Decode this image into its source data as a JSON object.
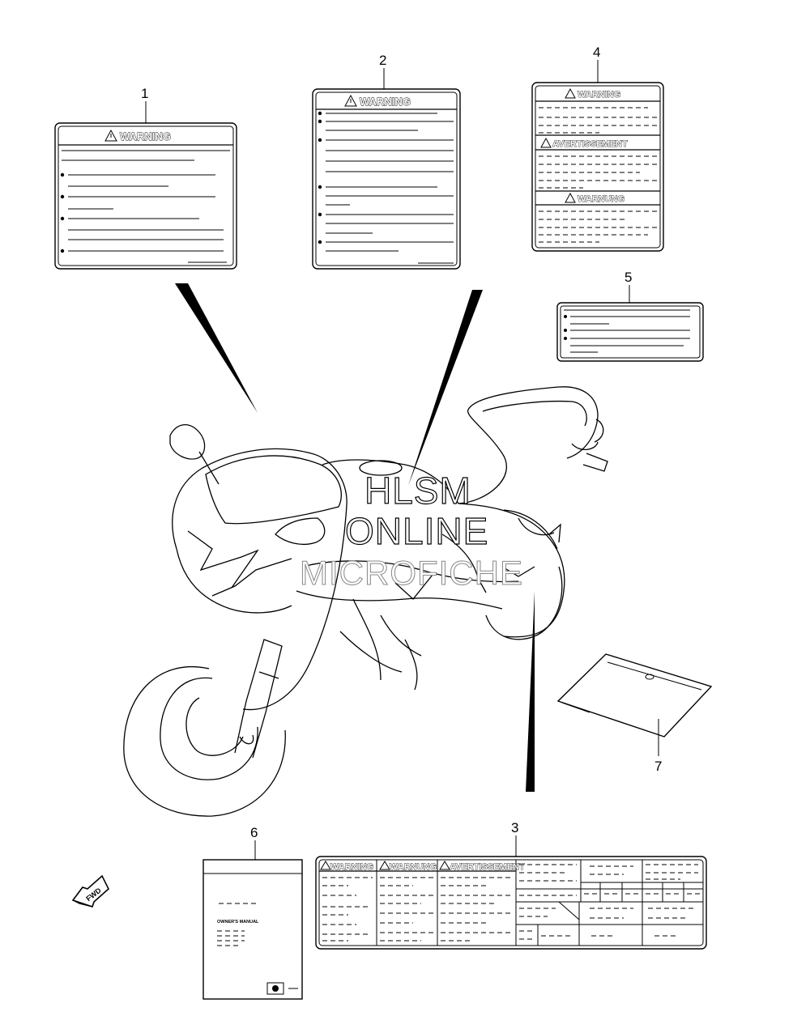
{
  "callouts": {
    "n1": "1",
    "n2": "2",
    "n3": "3",
    "n4": "4",
    "n5": "5",
    "n6": "6",
    "n7": "7"
  },
  "labels": {
    "warning": "WARNING",
    "avertissement": "AVERTISSEMENT",
    "warnung": "WARNUNG",
    "warning_l3": "WARNING",
    "warnung_l3": "WARNUNG",
    "avert_l3": "AVERTISSEMENT",
    "owners_manual": "OWNER'S MANUAL",
    "fwd": "FWD"
  },
  "watermark": {
    "line1": "HLSM",
    "line2": "ONLINE",
    "line3": "MICROFICHE"
  }
}
